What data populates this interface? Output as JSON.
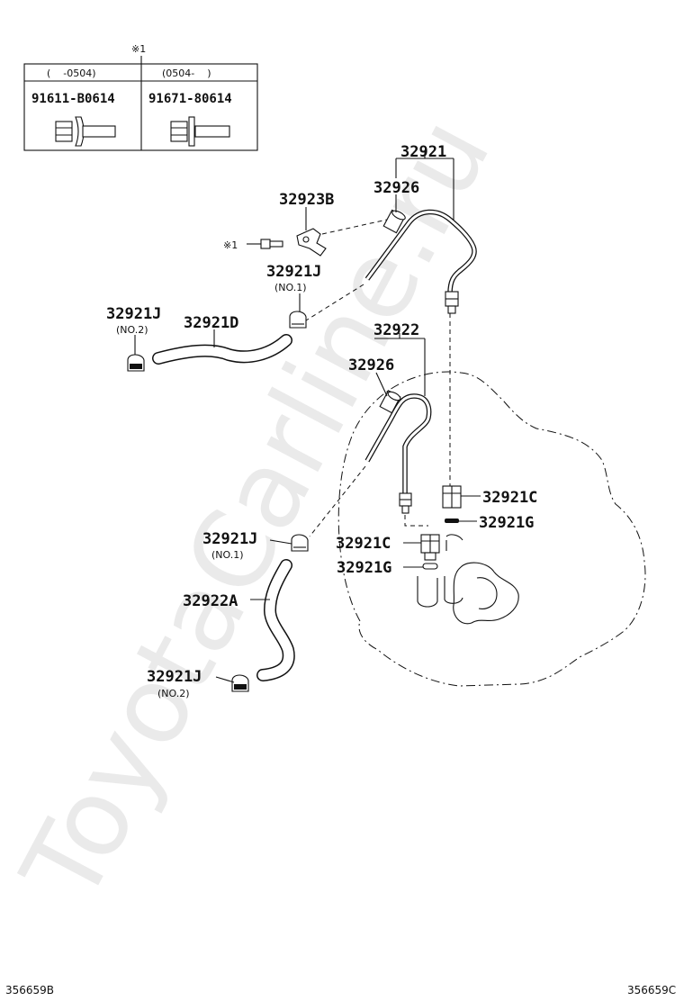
{
  "note_mark": "※1",
  "table": {
    "col1_range": "(    -0504)",
    "col2_range": "(0504-    )",
    "col1_part": "91611-B0614",
    "col2_part": "91671-80614"
  },
  "labels": {
    "p32921": "32921",
    "p32926_top": "32926",
    "p32923B": "32923B",
    "p32921J_top": "32921J",
    "no1_top": "(NO.1)",
    "p32921J_left": "32921J",
    "no2_left": "(NO.2)",
    "p32921D": "32921D",
    "p32922": "32922",
    "p32926_mid": "32926",
    "p32921C_right": "32921C",
    "p32921G_right": "32921G",
    "p32921J_mid": "32921J",
    "no1_mid": "(NO.1)",
    "p32921C_mid": "32921C",
    "p32921G_mid": "32921G",
    "p32922A": "32922A",
    "p32921J_bottom": "32921J",
    "no2_bottom": "(NO.2)",
    "note_ref": "※1"
  },
  "footer": {
    "left_code": "356659B",
    "right_code": "356659C"
  },
  "watermark": "ToyotaCarline.ru",
  "colors": {
    "ink": "#111111",
    "paper": "#ffffff",
    "watermark": "#d8d8d8"
  }
}
